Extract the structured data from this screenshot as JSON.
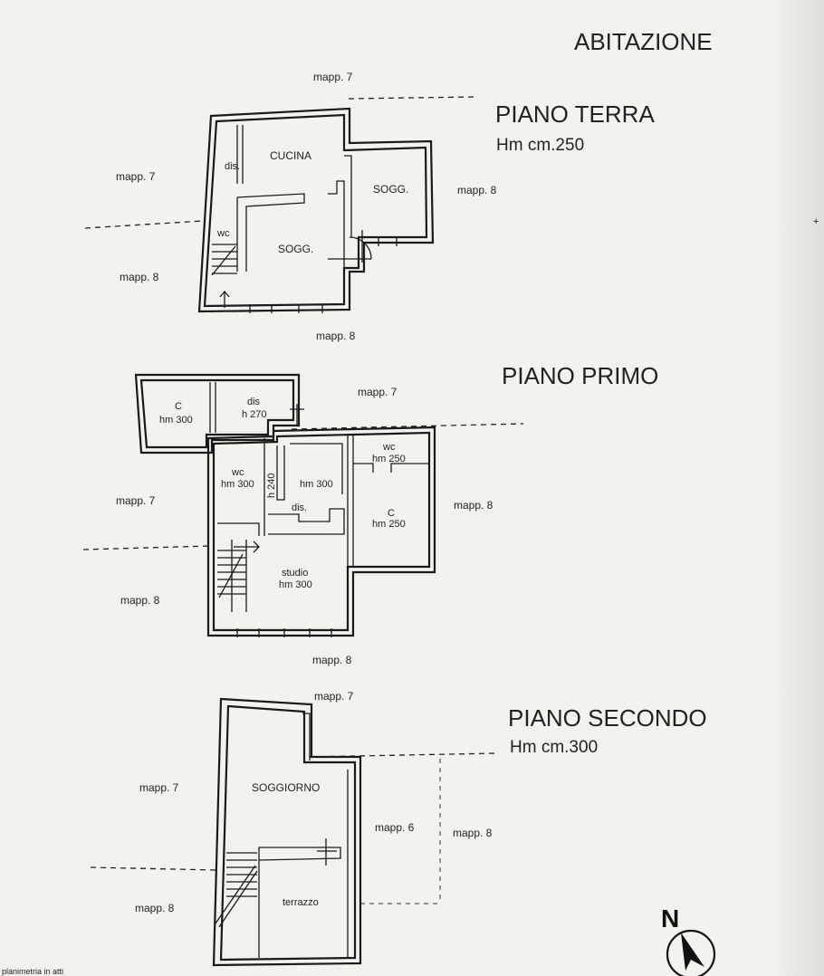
{
  "title": "ABITAZIONE",
  "floors": {
    "terra": {
      "name": "PIANO TERRA",
      "height": "Hm cm.250",
      "neighbors": [
        "mapp. 7",
        "mapp. 7",
        "mapp. 8",
        "mapp. 8",
        "mapp. 8"
      ],
      "rooms": [
        "CUCINA",
        "dis.",
        "SOGG.",
        "wc",
        "SOGG."
      ]
    },
    "primo": {
      "name": "PIANO PRIMO",
      "neighbors": [
        "mapp. 7",
        "mapp. 7",
        "mapp. 8",
        "mapp. 8",
        "mapp. 8"
      ],
      "rooms": {
        "c1": [
          "C",
          "hm 300"
        ],
        "dis1": [
          "dis",
          "h 270"
        ],
        "wc1": [
          "wc",
          "hm 300"
        ],
        "h240": "h 240",
        "room_hm": "hm 300",
        "wc2": [
          "wc",
          "hm 250"
        ],
        "dis2": "dis.",
        "c2": [
          "C",
          "hm 250"
        ],
        "studio": [
          "studio",
          "hm 300"
        ]
      }
    },
    "secondo": {
      "name": "PIANO SECONDO",
      "height": "Hm cm.300",
      "neighbors": [
        "mapp. 7",
        "mapp. 7",
        "mapp. 6",
        "mapp. 8",
        "mapp. 8"
      ],
      "rooms": [
        "SOGGIORNO",
        "terrazzo"
      ]
    }
  },
  "north": "N",
  "footer_fragment": "planimetria in atti"
}
